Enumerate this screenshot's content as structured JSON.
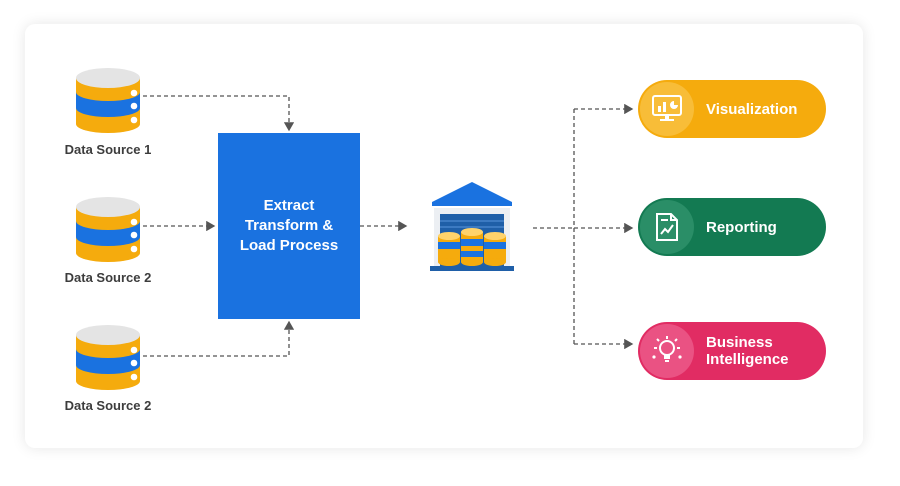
{
  "sources": [
    {
      "label": "Data Source 1",
      "icon": "database-icon"
    },
    {
      "label": "Data Source 2",
      "icon": "database-icon"
    },
    {
      "label": "Data Source 2",
      "icon": "database-icon"
    }
  ],
  "etl": {
    "label": "Extract\nTransform &\nLoad Process"
  },
  "warehouse": {
    "icon": "data-warehouse-icon"
  },
  "outputs": [
    {
      "label": "Visualization",
      "icon": "monitor-chart-icon",
      "color": "#f5ab0d"
    },
    {
      "label": "Reporting",
      "icon": "report-document-icon",
      "color": "#137a52"
    },
    {
      "label": "Business\nIntelligence",
      "icon": "lightbulb-icon",
      "color": "#e12c63"
    }
  ],
  "colors": {
    "etl": "#1a72e0",
    "db_yellow": "#f5ab0d",
    "db_blue": "#1a72e0",
    "db_gray": "#e2e2e2",
    "arrow": "#555555"
  }
}
